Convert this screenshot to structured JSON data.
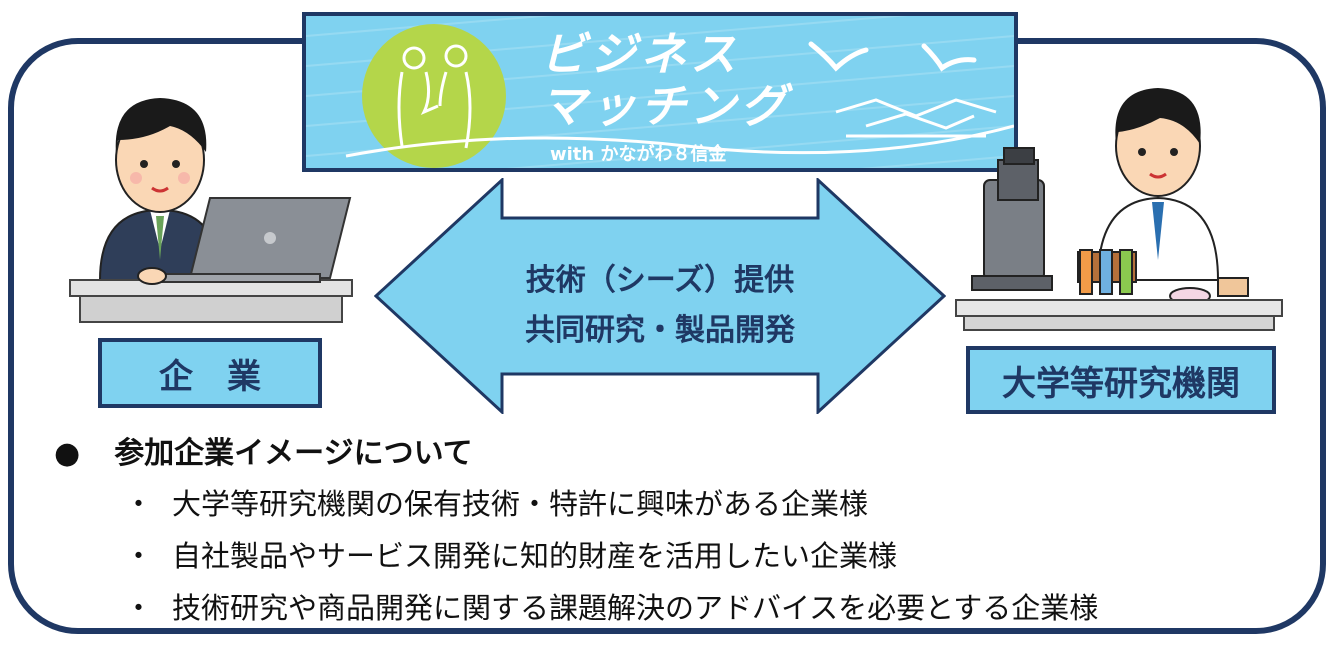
{
  "banner": {
    "title_line1": "ビジネス",
    "title_line2": "マッチング",
    "subtitle": "with かながわ８信金"
  },
  "arrow": {
    "line1": "技術（シーズ）提供",
    "line2": "共同研究・製品開発"
  },
  "company_label": "企業",
  "university_label": "大学等研究機関",
  "section": {
    "bullet": "●",
    "title": "参加企業イメージについて",
    "items": [
      {
        "bullet": "・",
        "text": "大学等研究機関の保有技術・特許に興味がある企業様"
      },
      {
        "bullet": "・",
        "text": "自社製品やサービス開発に知的財産を活用したい企業様"
      },
      {
        "bullet": "・",
        "text": "技術研究や商品開発に関する課題解決のアドバイスを必要とする企業様"
      }
    ]
  },
  "colors": {
    "frame": "#1f3864",
    "banner_bg": "#7fd2f0",
    "arrow_fill": "#7fd2f0",
    "text_dark": "#1f3864"
  },
  "icons": [
    "businessman-illustration",
    "scientist-illustration",
    "handshake-icon",
    "seagull-icon"
  ]
}
